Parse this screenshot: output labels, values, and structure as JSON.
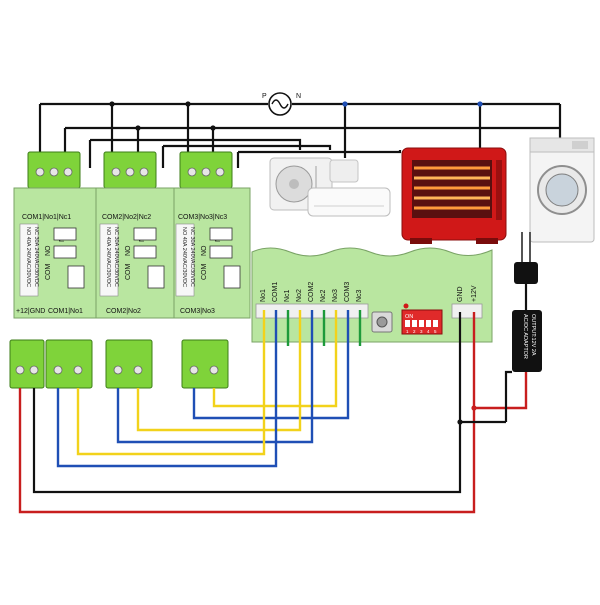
{
  "source": {
    "p_label": "P",
    "n_label": "N"
  },
  "relay_modules": [
    {
      "top_label": "COM1|No1|Nc1",
      "bottom_label": "COM1|No1",
      "spec1": "NO 40A 240VAC/30VDC",
      "spec2": "NC 30A 240VAC/30VDC",
      "no": "NO",
      "nc": "NC",
      "com": "COM"
    },
    {
      "top_label": "COM2|No2|Nc2",
      "bottom_label": "COM2|No2",
      "spec1": "NO 40A 240VAC/30VDC",
      "spec2": "NC 30A 240VAC/30VDC",
      "no": "NO",
      "nc": "NC",
      "com": "COM"
    },
    {
      "top_label": "COM3|No3|Nc3",
      "bottom_label": "COM3|No3",
      "spec1": "NO 40A 240VAC/30VDC",
      "spec2": "NC 30A 240VAC/30VDC",
      "no": "NO",
      "nc": "NC",
      "com": "COM"
    }
  ],
  "power_terminal_label": "+12|GND",
  "controller": {
    "pins": [
      "No1",
      "COM1",
      "Nc1",
      "No2",
      "COM2",
      "Nc2",
      "No3",
      "COM3",
      "Nc3"
    ],
    "dip_on": "ON",
    "dip_numbers": [
      "1",
      "2",
      "3",
      "4",
      "5"
    ],
    "power_pins": [
      "GND",
      "+12V"
    ]
  },
  "adaptor": {
    "line1": "AC/DC ADAPTOR",
    "line2": "OUTPUT:12V 2A"
  },
  "colors": {
    "black": "#111111",
    "blue": "#1f4fb5",
    "yellow": "#f2d21b",
    "red": "#c81e1e",
    "green": "#1e9a3a",
    "board": "#b9e6a0",
    "terminal": "#7fd33a"
  }
}
